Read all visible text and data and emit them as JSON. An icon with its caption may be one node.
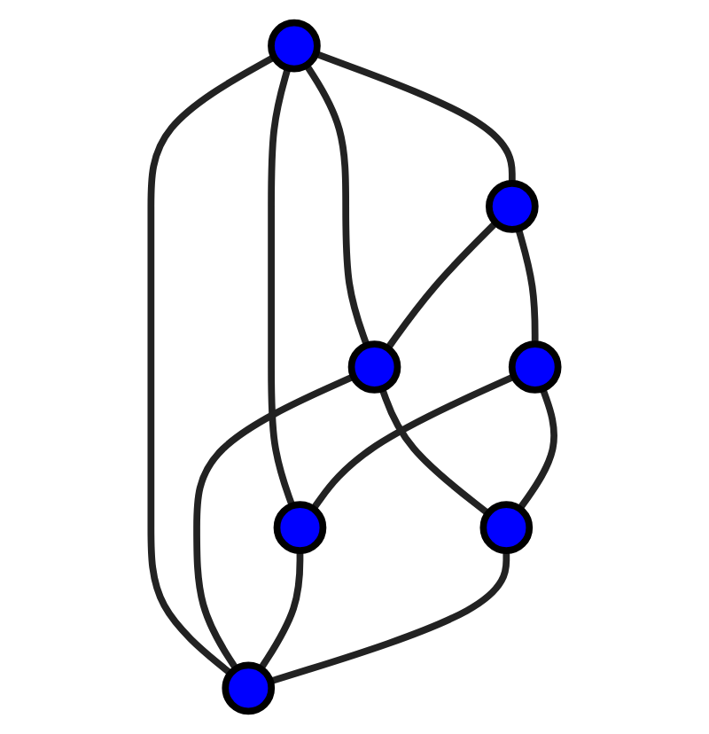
{
  "diagram": {
    "nodes": [
      {
        "text": [],
        "shape": "circle"
      },
      {
        "text": [],
        "shape": "circle"
      },
      {
        "text": [],
        "shape": "circle"
      },
      {
        "text": [],
        "shape": "circle"
      },
      {
        "text": [],
        "shape": "circle"
      },
      {
        "text": [],
        "shape": "circle"
      },
      {
        "text": [],
        "shape": "circle"
      }
    ],
    "edges": [
      {
        "from": 0,
        "to": 1,
        "arrow": "none"
      },
      {
        "from": 0,
        "to": 2,
        "arrow": "none"
      },
      {
        "from": 0,
        "to": 5,
        "arrow": "none"
      },
      {
        "from": 0,
        "to": 6,
        "arrow": "none"
      },
      {
        "from": 1,
        "to": 2,
        "arrow": "none"
      },
      {
        "from": 1,
        "to": 3,
        "arrow": "none"
      },
      {
        "from": 2,
        "to": 4,
        "arrow": "none"
      },
      {
        "from": 2,
        "to": 6,
        "arrow": "none"
      },
      {
        "from": 3,
        "to": 4,
        "arrow": "none"
      },
      {
        "from": 3,
        "to": 5,
        "arrow": "none"
      },
      {
        "from": 5,
        "to": 6,
        "arrow": "none"
      },
      {
        "from": 4,
        "to": 6,
        "arrow": "none"
      }
    ]
  }
}
